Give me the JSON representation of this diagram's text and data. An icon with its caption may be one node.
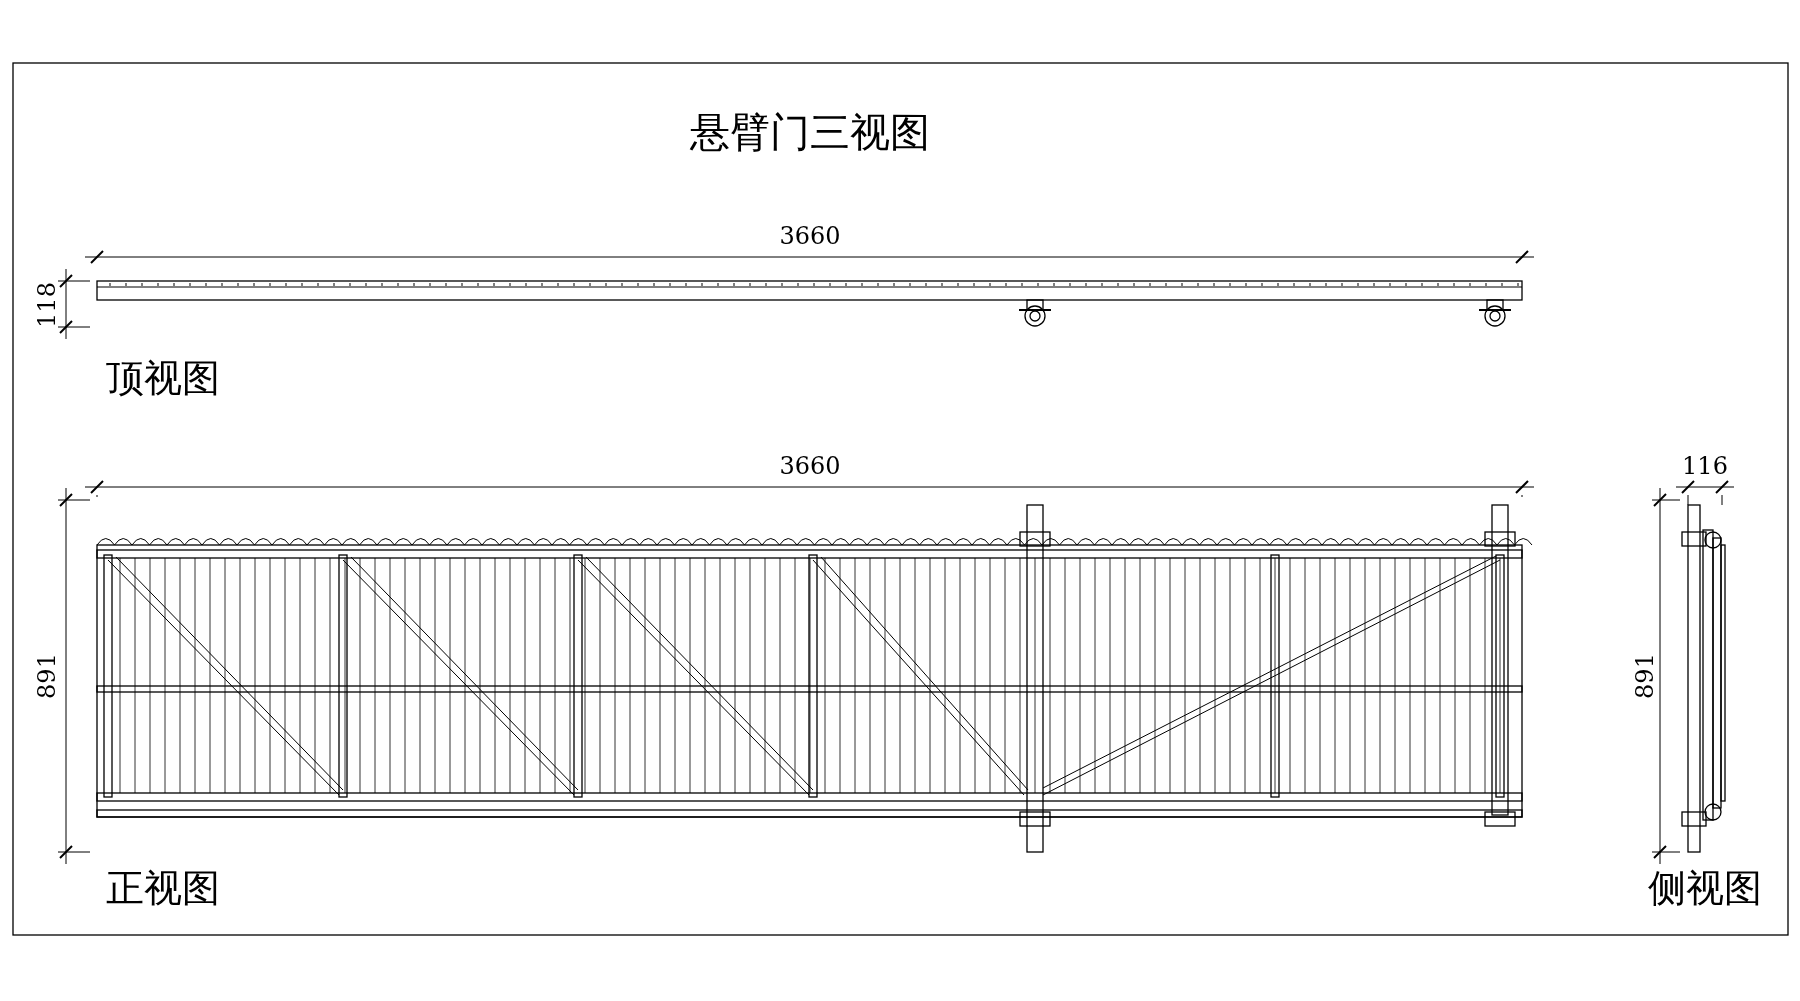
{
  "diagram": {
    "title": "悬臂门三视图",
    "labels": [
      "3660",
      "118",
      "顶视图",
      "3660",
      "116",
      "891",
      "891",
      "正视图",
      "侧视图"
    ]
  }
}
